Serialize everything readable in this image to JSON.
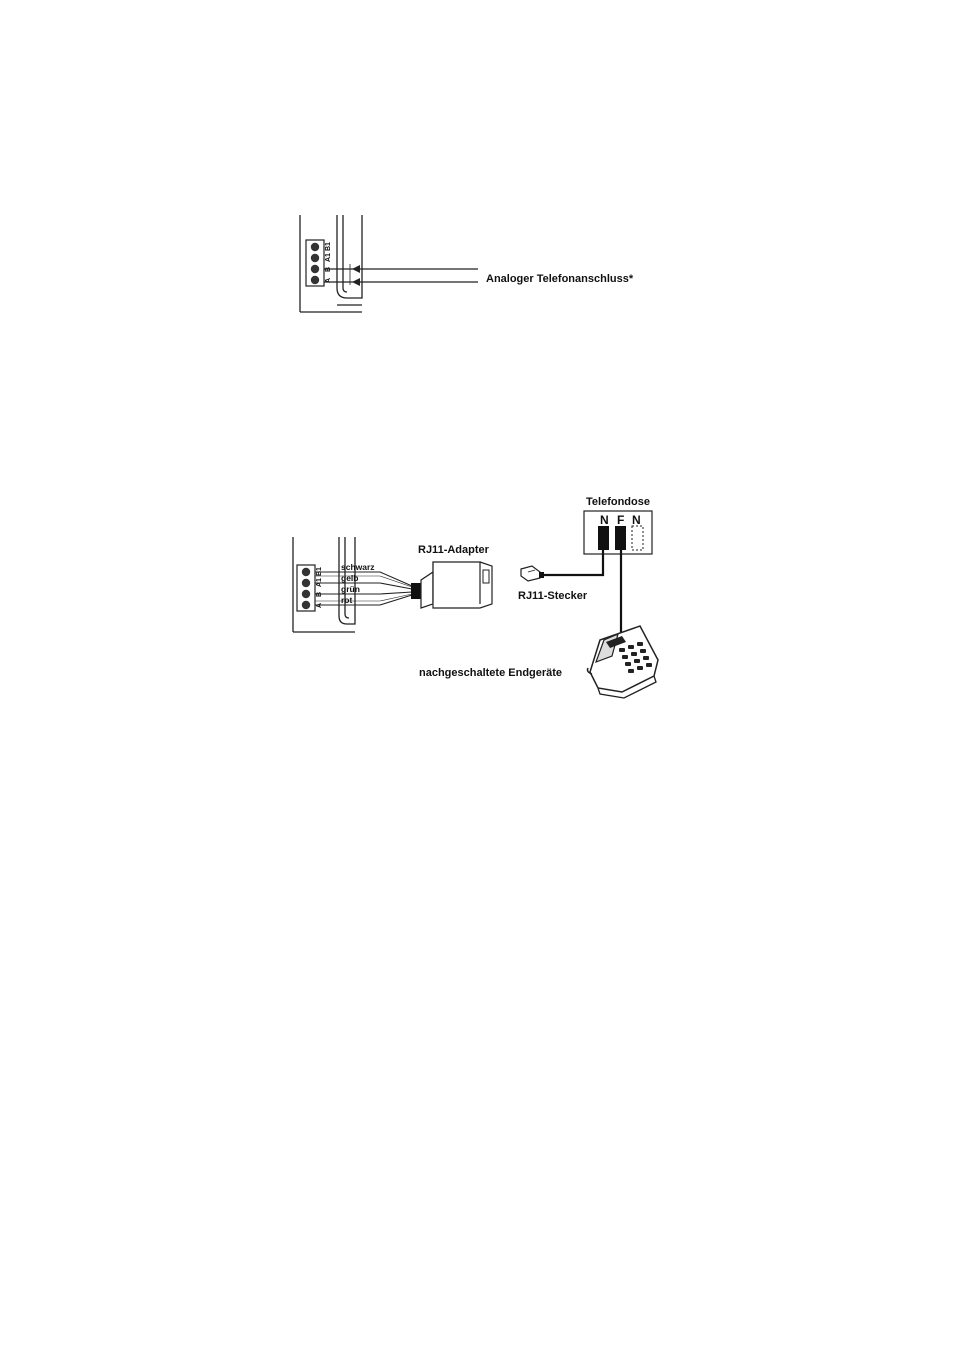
{
  "diagram1": {
    "terminal_labels": [
      "A",
      "B",
      "A1",
      "B1"
    ],
    "connection_label": "Analoger Telefonanschluss*"
  },
  "diagram2": {
    "terminal_labels": [
      "A",
      "B",
      "A1",
      "B1"
    ],
    "wire_labels": [
      "schwarz",
      "gelb",
      "grün",
      "rot"
    ],
    "adapter_label": "RJ11-Adapter",
    "plug_label": "RJ11-Stecker",
    "socket_label": "Telefondose",
    "socket_slots": [
      "N",
      "F",
      "N"
    ],
    "devices_label": "nachgeschaltete Endgeräte"
  }
}
